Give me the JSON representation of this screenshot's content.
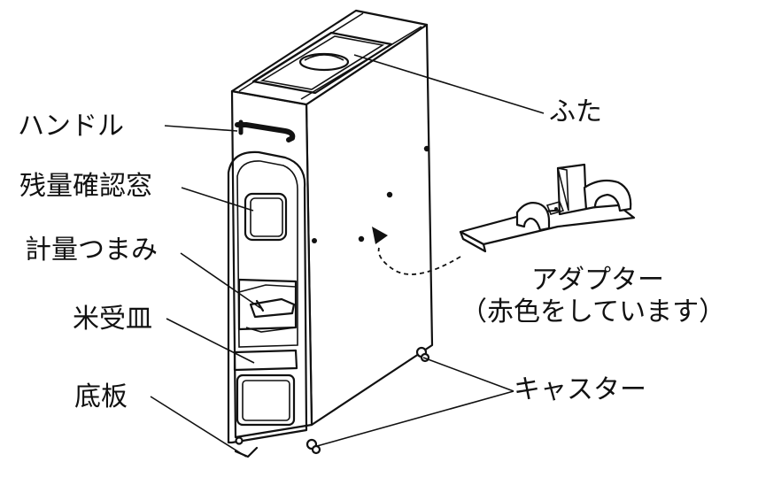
{
  "labels": {
    "handle": "ハンドル",
    "lid": "ふた",
    "remaining_window": "残量確認窓",
    "measuring_knob": "計量つまみ",
    "rice_tray": "米受皿",
    "bottom_plate": "底板",
    "adapter": "アダプター",
    "adapter_note": "（赤色をしています）",
    "casters": "キャスター"
  },
  "colors": {
    "line": "#111111",
    "background": "#ffffff"
  }
}
